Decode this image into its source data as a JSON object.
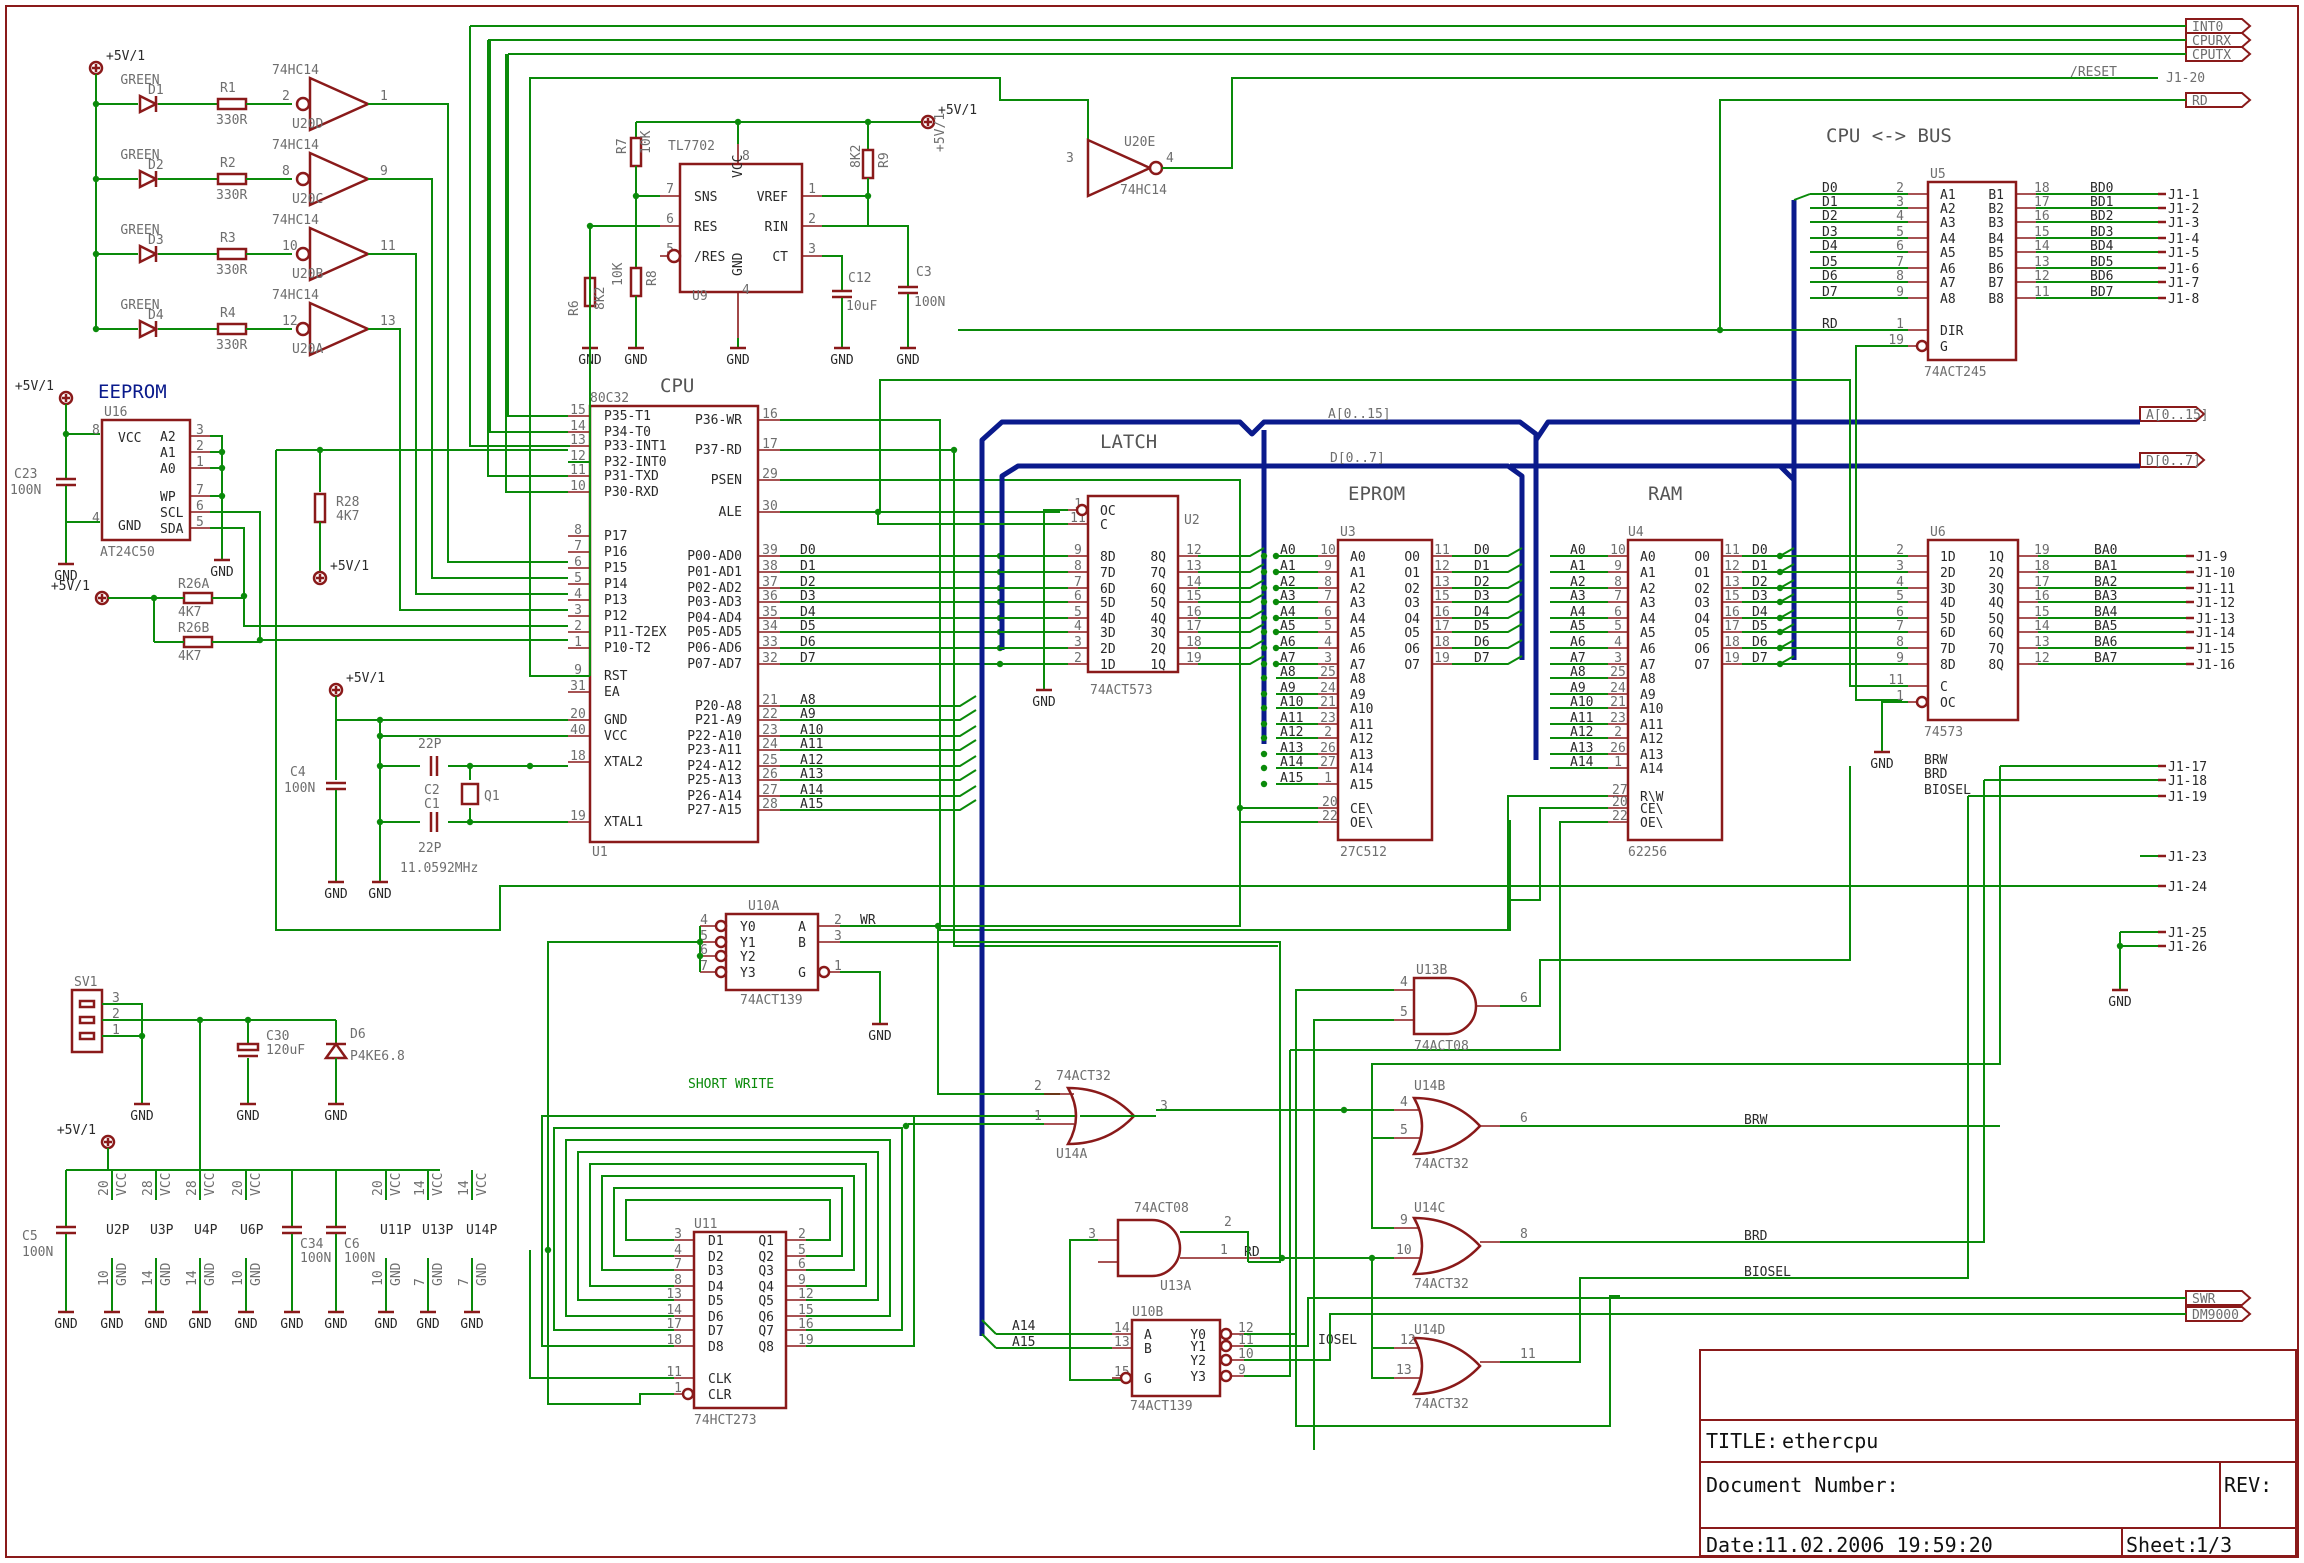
{
  "title_block": {
    "title_label": "TITLE:",
    "title_value": "ethercpu",
    "document_label": "Document Number:",
    "rev_label": "REV:",
    "date_label": "Date:",
    "date_value": "11.02.2006 19:59:20",
    "sheet_label": "Sheet:",
    "sheet_value": "1/3"
  },
  "headings": {
    "cpu": "CPU",
    "eeprom": "EEPROM",
    "latch": "LATCH",
    "eprom": "EPROM",
    "ram": "RAM",
    "bus": "CPU <-> BUS",
    "short_write": "SHORT WRITE"
  },
  "ports": {
    "int0": "INT0",
    "cpurx": "CPURX",
    "cputx": "CPUTX",
    "rd": "RD",
    "addr": "A[0..15]",
    "data": "D[0..7]",
    "swr": "SWR",
    "dm9000": "DM9000",
    "reset": "/RESET"
  },
  "power": {
    "vcc": "+5V/1",
    "gnd": "GND"
  },
  "leds": [
    {
      "led": "D1",
      "res": "R1",
      "gate": "U20D",
      "in": "2",
      "out": "1",
      "color": "GREEN"
    },
    {
      "led": "D2",
      "res": "R2",
      "gate": "U20C",
      "in": "8",
      "out": "9",
      "color": "GREEN"
    },
    {
      "led": "D3",
      "res": "R3",
      "gate": "U20B",
      "in": "10",
      "out": "11",
      "color": "GREEN"
    },
    {
      "led": "D4",
      "res": "R4",
      "gate": "U20A",
      "in": "12",
      "out": "13",
      "color": "GREEN"
    }
  ],
  "led_res_value": "330R",
  "led_gate_type": "74HC14",
  "eeprom": {
    "ref": "U16",
    "part": "AT24C50",
    "pins_left": [
      "VCC",
      "GND"
    ],
    "pins_right": [
      "A2",
      "A1",
      "A0",
      "WP",
      "SCL",
      "SDA"
    ],
    "pin_nums_right": [
      "3",
      "2",
      "1",
      "7",
      "6",
      "5"
    ],
    "pin_nums_left": [
      "8",
      "4"
    ],
    "cap": "C23",
    "cap_val": "100N",
    "r28": "R28",
    "r28_val": "4K7",
    "r26a": "R26A",
    "r26a_val": "4K7",
    "r26b": "R26B",
    "r26b_val": "4K7"
  },
  "cpu": {
    "ref": "U1",
    "part": "80C32",
    "left_pins": [
      [
        "15",
        "P35-T1"
      ],
      [
        "14",
        "P34-T0"
      ],
      [
        "13",
        "P33-INT1"
      ],
      [
        "12",
        "P32-INT0"
      ],
      [
        "11",
        "P31-TXD"
      ],
      [
        "10",
        "P30-RXD"
      ],
      [
        "8",
        "P17"
      ],
      [
        "7",
        "P16"
      ],
      [
        "6",
        "P15"
      ],
      [
        "5",
        "P14"
      ],
      [
        "4",
        "P13"
      ],
      [
        "3",
        "P12"
      ],
      [
        "2",
        "P11-T2EX"
      ],
      [
        "1",
        "P10-T2"
      ],
      [
        "9",
        "RST"
      ],
      [
        "31",
        "EA"
      ],
      [
        "20",
        "GND"
      ],
      [
        "40",
        "VCC"
      ],
      [
        "18",
        "XTAL2"
      ],
      [
        "19",
        "XTAL1"
      ]
    ],
    "right_pins": [
      [
        "16",
        "P36-WR"
      ],
      [
        "17",
        "P37-RD"
      ],
      [
        "29",
        "PSEN"
      ],
      [
        "30",
        "ALE"
      ],
      [
        "39",
        "P00-AD0"
      ],
      [
        "38",
        "P01-AD1"
      ],
      [
        "37",
        "P02-AD2"
      ],
      [
        "36",
        "P03-AD3"
      ],
      [
        "35",
        "P04-AD4"
      ],
      [
        "34",
        "P05-AD5"
      ],
      [
        "33",
        "P06-AD6"
      ],
      [
        "32",
        "P07-AD7"
      ],
      [
        "21",
        "P20-A8"
      ],
      [
        "22",
        "P21-A9"
      ],
      [
        "23",
        "P22-A10"
      ],
      [
        "24",
        "P23-A11"
      ],
      [
        "25",
        "P24-A12"
      ],
      [
        "26",
        "P25-A13"
      ],
      [
        "27",
        "P26-A14"
      ],
      [
        "28",
        "P27-A15"
      ]
    ],
    "data_nets": [
      "D0",
      "D1",
      "D2",
      "D3",
      "D4",
      "D5",
      "D6",
      "D7"
    ],
    "addr_nets": [
      "A8",
      "A9",
      "A10",
      "A11",
      "A12",
      "A13",
      "A14",
      "A15"
    ]
  },
  "latch": {
    "ref": "U2",
    "part": "74ACT573",
    "in_pins": [
      "8D",
      "7D",
      "6D",
      "5D",
      "4D",
      "3D",
      "2D",
      "1D"
    ],
    "in_nums": [
      "9",
      "8",
      "7",
      "6",
      "5",
      "4",
      "3",
      "2"
    ],
    "out_pins": [
      "8Q",
      "7Q",
      "6Q",
      "5Q",
      "4Q",
      "3Q",
      "2Q",
      "1Q"
    ],
    "out_nums": [
      "12",
      "13",
      "14",
      "15",
      "16",
      "17",
      "18",
      "19"
    ],
    "ctrl": [
      [
        "1",
        "OC"
      ],
      [
        "11",
        "C"
      ]
    ]
  },
  "eprom": {
    "ref": "U3",
    "part": "27C512",
    "addr_pins": [
      "A0",
      "A1",
      "A2",
      "A3",
      "A4",
      "A5",
      "A6",
      "A7",
      "A8",
      "A9",
      "A10",
      "A11",
      "A12",
      "A13",
      "A14",
      "A15"
    ],
    "addr_nums": [
      "10",
      "9",
      "8",
      "7",
      "6",
      "5",
      "4",
      "3",
      "25",
      "24",
      "21",
      "23",
      "2",
      "26",
      "27",
      "1"
    ],
    "data_pins": [
      "O0",
      "O1",
      "O2",
      "O3",
      "O4",
      "O5",
      "O6",
      "O7"
    ],
    "data_nums": [
      "11",
      "12",
      "13",
      "15",
      "16",
      "17",
      "18",
      "19"
    ],
    "ctrl": [
      [
        "20",
        "CE\\"
      ],
      [
        "22",
        "OE\\"
      ]
    ]
  },
  "ram": {
    "ref": "U4",
    "part": "62256",
    "addr_pins": [
      "A0",
      "A1",
      "A2",
      "A3",
      "A4",
      "A5",
      "A6",
      "A7",
      "A8",
      "A9",
      "A10",
      "A11",
      "A12",
      "A13",
      "A14"
    ],
    "addr_nums": [
      "10",
      "9",
      "8",
      "7",
      "6",
      "5",
      "4",
      "3",
      "25",
      "24",
      "21",
      "23",
      "2",
      "26",
      "1"
    ],
    "data_pins": [
      "O0",
      "O1",
      "O2",
      "O3",
      "O4",
      "O5",
      "O6",
      "O7"
    ],
    "data_nums": [
      "11",
      "12",
      "13",
      "15",
      "16",
      "17",
      "18",
      "19"
    ],
    "ctrl": [
      [
        "27",
        "R\\W"
      ],
      [
        "20",
        "CE\\"
      ],
      [
        "22",
        "OE\\"
      ]
    ]
  },
  "bus_buf": {
    "ref": "U5",
    "part": "74ACT245",
    "a_pins": [
      "A1",
      "A2",
      "A3",
      "A4",
      "A5",
      "A6",
      "A7",
      "A8"
    ],
    "a_nums": [
      "2",
      "3",
      "4",
      "5",
      "6",
      "7",
      "8",
      "9"
    ],
    "b_pins": [
      "B1",
      "B2",
      "B3",
      "B4",
      "B5",
      "B6",
      "B7",
      "B8"
    ],
    "b_nums": [
      "18",
      "17",
      "16",
      "15",
      "14",
      "13",
      "12",
      "11"
    ],
    "bd_nets": [
      "BD0",
      "BD1",
      "BD2",
      "BD3",
      "BD4",
      "BD5",
      "BD6",
      "BD7"
    ],
    "j_nets": [
      "J1-1",
      "J1-2",
      "J1-3",
      "J1-4",
      "J1-5",
      "J1-6",
      "J1-7",
      "J1-8"
    ],
    "ctrl": [
      [
        "1",
        "DIR"
      ],
      [
        "19",
        "G"
      ]
    ]
  },
  "addr_latch": {
    "ref": "U6",
    "part": "74573",
    "d_pins": [
      "1D",
      "2D",
      "3D",
      "4D",
      "5D",
      "6D",
      "7D",
      "8D"
    ],
    "d_nums": [
      "2",
      "3",
      "4",
      "5",
      "6",
      "7",
      "8",
      "9"
    ],
    "q_pins": [
      "1Q",
      "2Q",
      "3Q",
      "4Q",
      "5Q",
      "6Q",
      "7Q",
      "8Q"
    ],
    "q_nums": [
      "19",
      "18",
      "17",
      "16",
      "15",
      "14",
      "13",
      "12"
    ],
    "ba_nets": [
      "BA0",
      "BA1",
      "BA2",
      "BA3",
      "BA4",
      "BA5",
      "BA6",
      "BA7"
    ],
    "j_nets": [
      "J1-9",
      "J1-10",
      "J1-11",
      "J1-12",
      "J1-13",
      "J1-14",
      "J1-15",
      "J1-16"
    ],
    "ctrl": [
      [
        "11",
        "C"
      ],
      [
        "1",
        "OC"
      ]
    ]
  },
  "reset_ic": {
    "ref": "U9",
    "part": "TL7702",
    "pins": [
      [
        "7",
        "SNS"
      ],
      [
        "6",
        "RES"
      ],
      [
        "5",
        "/RES"
      ],
      [
        "8",
        "VCC"
      ],
      [
        "4",
        "GND"
      ],
      [
        "1",
        "VREF"
      ],
      [
        "2",
        "RIN"
      ],
      [
        "3",
        "CT"
      ]
    ],
    "r6": "R6",
    "r6_val": "8K2",
    "r7": "R7",
    "r7_val": "10K",
    "r8": "R8",
    "r8_val": "10K",
    "r9": "R9",
    "r9_val": "8K2",
    "c12": "C12",
    "c12_val": "10uF",
    "c3": "C3",
    "c3_val": "100N"
  },
  "inverter_e": {
    "ref": "U20E",
    "part": "74HC14",
    "in": "3",
    "out": "4"
  },
  "decoder_a": {
    "ref": "U10A",
    "part": "74ACT139",
    "pins": [
      "Y0",
      "Y1",
      "Y2",
      "Y3",
      "A",
      "B",
      "G"
    ],
    "nums": [
      "4",
      "5",
      "6",
      "7",
      "2",
      "3",
      "1"
    ]
  },
  "decoder_b": {
    "ref": "U10B",
    "part": "74ACT139",
    "pins": [
      "A",
      "B",
      "G",
      "Y0",
      "Y1",
      "Y2",
      "Y3"
    ],
    "nums": [
      "14",
      "13",
      "15",
      "12",
      "11",
      "10",
      "9"
    ]
  },
  "reg": {
    "ref": "U11",
    "part": "74HCT273",
    "d_pins": [
      "D1",
      "D2",
      "D3",
      "D4",
      "D5",
      "D6",
      "D7",
      "D8"
    ],
    "d_nums": [
      "3",
      "4",
      "7",
      "8",
      "13",
      "14",
      "17",
      "18"
    ],
    "q_pins": [
      "Q1",
      "Q2",
      "Q3",
      "Q4",
      "Q5",
      "Q6",
      "Q7",
      "Q8"
    ],
    "q_nums": [
      "2",
      "5",
      "6",
      "9",
      "12",
      "15",
      "16",
      "19"
    ],
    "ctrl": [
      [
        "11",
        "CLK"
      ],
      [
        "1",
        "CLR"
      ]
    ]
  },
  "gates": {
    "u13b": {
      "ref": "U13B",
      "part": "74ACT08",
      "in": [
        "4",
        "5"
      ],
      "out": "6"
    },
    "u13a": {
      "ref": "U13A",
      "part": "74ACT08",
      "in": [
        "3",
        "2"
      ],
      "out": "1"
    },
    "u14a": {
      "ref": "U14A",
      "part": "74ACT32",
      "in": [
        "2",
        "1"
      ],
      "out": "3"
    },
    "u14b": {
      "ref": "U14B",
      "part": "74ACT32",
      "in": [
        "4",
        "5"
      ],
      "out": "6"
    },
    "u14c": {
      "ref": "U14C",
      "part": "74ACT32",
      "in": [
        "9",
        "10"
      ],
      "out": "8"
    },
    "u14d": {
      "ref": "U14D",
      "part": "74ACT32",
      "in": [
        "12",
        "13"
      ],
      "out": "11"
    }
  },
  "nets": {
    "wr": "WR",
    "rd": "RD",
    "brw": "BRW",
    "brd": "BRD",
    "biosel": "BIOSEL",
    "iosel": "IOSEL",
    "a14": "A14",
    "a15": "A15",
    "addr_bus": "A[0..15]",
    "data_bus": "D[0..7]",
    "j17": "J1-17",
    "j18": "J1-18",
    "j19": "J1-19",
    "j20": "J1-20",
    "j23": "J1-23",
    "j24": "J1-24",
    "j25": "J1-25",
    "j26": "J1-26"
  },
  "crystal": {
    "ref": "Q1",
    "freq": "11.0592MHz",
    "c1": "C1",
    "c2": "C2",
    "c_val": "22P",
    "c4": "C4",
    "c4_val": "100N"
  },
  "power_section": {
    "sv": "SV1",
    "c30": "C30",
    "c30_val": "120uF",
    "d6": "D6",
    "d6_val": "P4KE6.8",
    "c5": "C5",
    "c5_val": "100N",
    "c34": "C34",
    "c34_val": "100N",
    "c6": "C6",
    "c6_val": "100N",
    "parts": [
      {
        "ref": "U2P",
        "vcc": "20",
        "gnd": "10"
      },
      {
        "ref": "U3P",
        "vcc": "28",
        "gnd": "14"
      },
      {
        "ref": "U4P",
        "vcc": "28",
        "gnd": "14"
      },
      {
        "ref": "U6P",
        "vcc": "20",
        "gnd": "10"
      },
      {
        "ref": "U11P",
        "vcc": "20",
        "gnd": "10"
      },
      {
        "ref": "U13P",
        "vcc": "14",
        "gnd": "7"
      },
      {
        "ref": "U14P",
        "vcc": "14",
        "gnd": "7"
      }
    ],
    "vcc_label": "VCC",
    "gnd_label": "GND"
  }
}
